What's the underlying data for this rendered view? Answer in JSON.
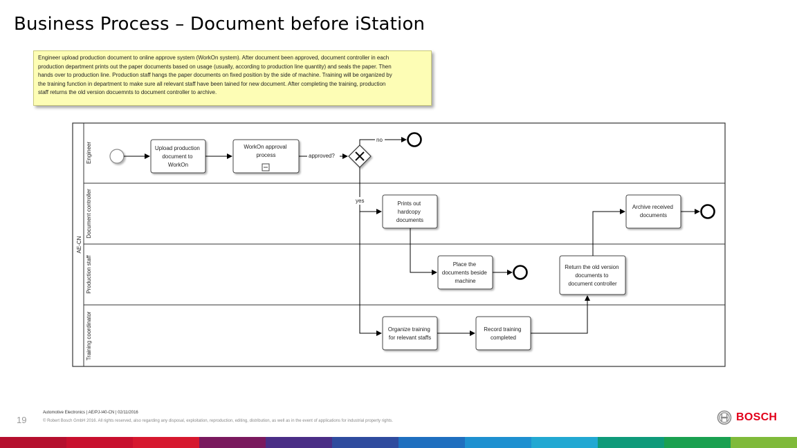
{
  "slide": {
    "title": "Business Process – Document before iStation",
    "page_number": "19"
  },
  "note": {
    "lines": [
      "Engineer upload production document to online approve system (WorkOn system). After document been approved, document controller in each",
      "production department prints out the paper documents based on usage (usually, according to production line quantity) and seals the paper. Then",
      "hands over to production line. Production staff hangs the paper documents on fixed position by the side of machine. Training will be organized by",
      "the training function in department to make sure all relevant staff have been tained for new document. After completing the training, production",
      "staff returns the old version docuemnts to document controller to archive."
    ]
  },
  "diagram": {
    "pool": "AE-CN",
    "lanes": [
      "Engineer",
      "Document controller",
      "Production staff",
      "Training coordinator"
    ],
    "tasks": {
      "upload": [
        "Upload production",
        "document to",
        "WorkOn"
      ],
      "approval": [
        "WorkOn approval",
        "process"
      ],
      "prints": [
        "Prints out",
        "hardcopy",
        "documents"
      ],
      "place": [
        "Place the",
        "documents beside",
        "machine"
      ],
      "organize": [
        "Organize training",
        "for relevant staffs"
      ],
      "record": [
        "Record training",
        "completed"
      ],
      "return": [
        "Return the old version",
        "documents to",
        "document controller"
      ],
      "archive": [
        "Archive received",
        "documents"
      ]
    },
    "labels": {
      "approved": "approved?",
      "no": "no",
      "yes": "yes"
    }
  },
  "footer": {
    "meta": "Automotive Electronics | AE/PJ-I40-CN | 02/11/2016",
    "copyright": "© Robert Bosch GmbH 2016. All rights reserved, also regarding any disposal, exploitation, reproduction, editing, distribution, as well as in the event of applications for industrial property rights."
  },
  "logo": {
    "text": "BOSCH",
    "icon": "bosch-armature-icon"
  },
  "colors": {
    "brand_red": "#e2001a",
    "note_bg": "#fdfdb5",
    "band": [
      "#b5102e",
      "#c8102e",
      "#d6182f",
      "#7a1a5e",
      "#4a2e86",
      "#2f4b9e",
      "#1f6fbf",
      "#1e90d0",
      "#22a8d2",
      "#0f9a7a",
      "#1aa050",
      "#7fba3a"
    ]
  }
}
